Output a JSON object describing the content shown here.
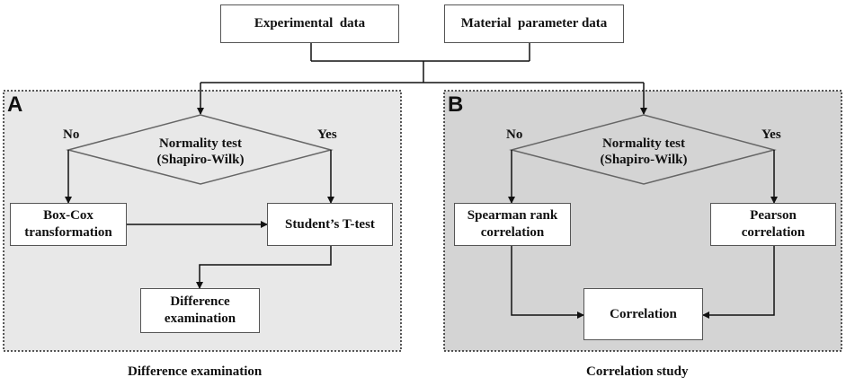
{
  "colors": {
    "panel_a_fill": "#e8e8e8",
    "panel_b_fill": "#d4d4d4",
    "line": "#111111",
    "box_border": "#555555"
  },
  "top": {
    "experimental_data": "Experimental  data",
    "material_parameter_data": "Material  parameter data"
  },
  "panel_a": {
    "letter": "A",
    "decision_line1": "Normality test",
    "decision_line2": "(Shapiro-Wilk)",
    "no_label": "No",
    "yes_label": "Yes",
    "box_cox": "Box-Cox transformation",
    "t_test": "Student’s T-test",
    "difference": "Difference examination",
    "caption": "Difference examination"
  },
  "panel_b": {
    "letter": "B",
    "decision_line1": "Normality test",
    "decision_line2": "(Shapiro-Wilk)",
    "no_label": "No",
    "yes_label": "Yes",
    "spearman": "Spearman rank correlation",
    "pearson": "Pearson correlation",
    "correlation": "Correlation",
    "caption": "Correlation study"
  }
}
